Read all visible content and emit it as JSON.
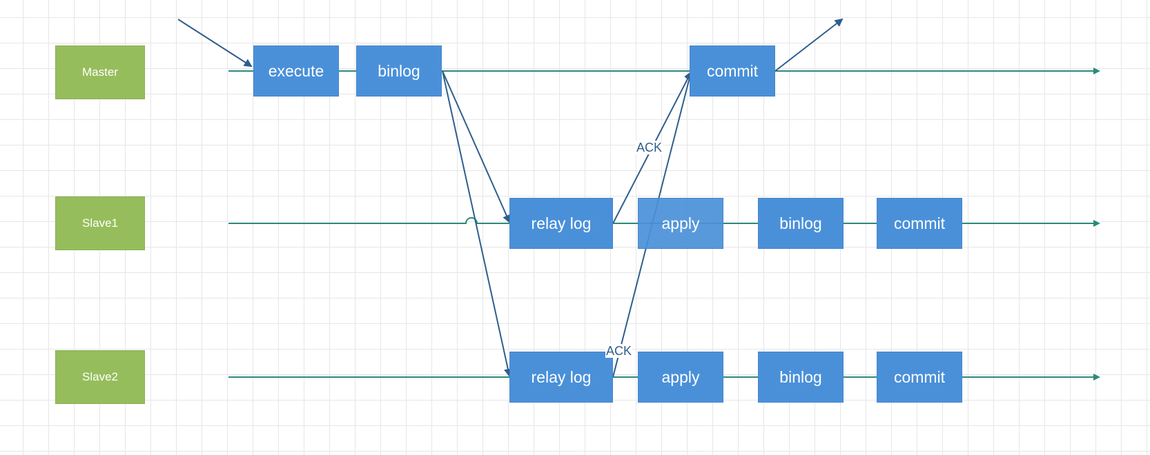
{
  "roles": {
    "master": "Master",
    "slave1": "Slave1",
    "slave2": "Slave2"
  },
  "master": {
    "execute": "execute",
    "binlog": "binlog",
    "commit": "commit"
  },
  "slave1": {
    "relay_log": "relay log",
    "apply": "apply",
    "binlog": "binlog",
    "commit": "commit"
  },
  "slave2": {
    "relay_log": "relay log",
    "apply": "apply",
    "binlog": "binlog",
    "commit": "commit"
  },
  "ack_labels": {
    "slave1": "ACK",
    "slave2": "ACK"
  },
  "colors": {
    "role_fill": "#96bd5c",
    "step_fill": "#4a90d9",
    "timeline": "#2a8a7a",
    "arrow": "#2e5e8c"
  }
}
